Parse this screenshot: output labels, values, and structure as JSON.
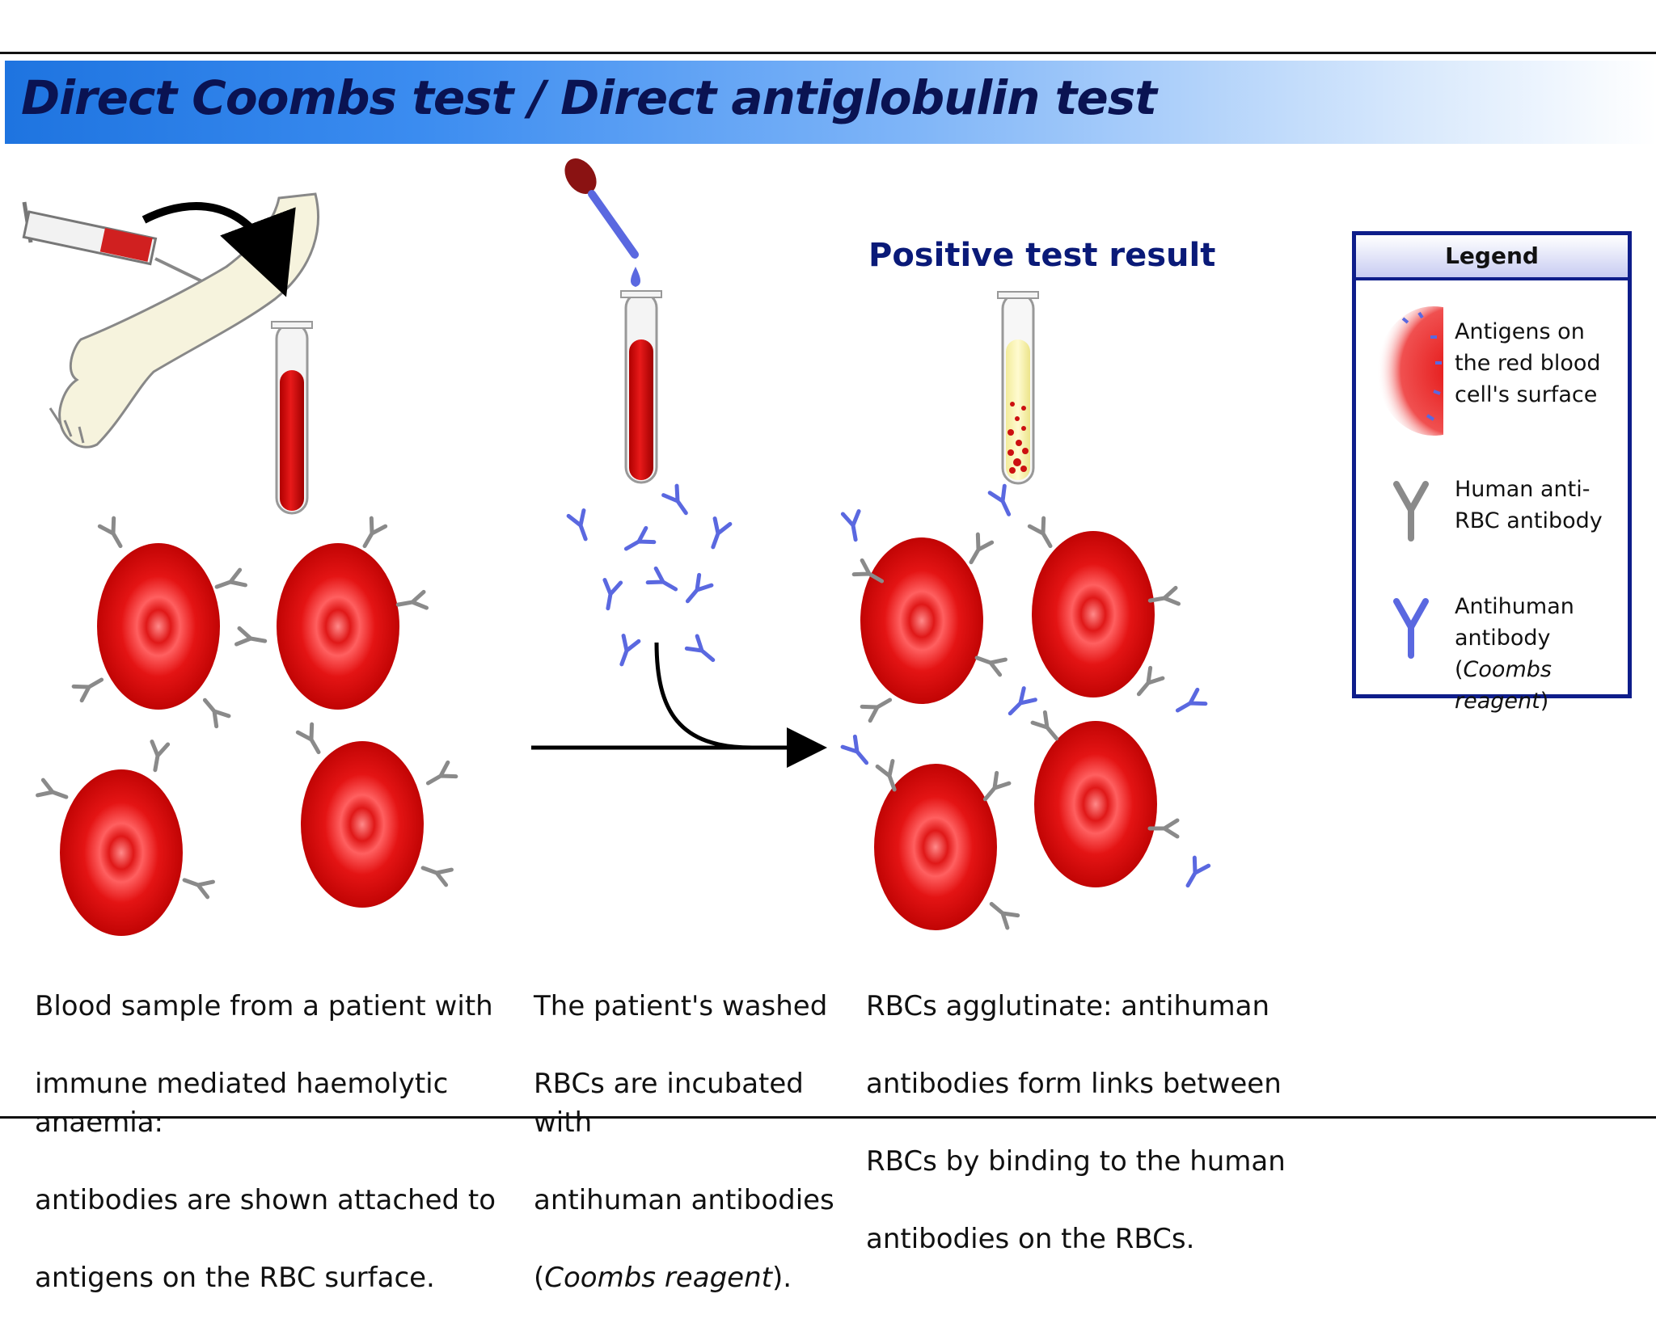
{
  "title": "Direct Coombs test / Direct antiglobulin test",
  "positive_label": "Positive test result",
  "captions": {
    "step1": {
      "lines": [
        "Blood sample from a patient with",
        "immune mediated haemolytic anaemia:",
        "antibodies are shown attached to",
        "antigens on the RBC surface."
      ]
    },
    "step2": {
      "line1": "The patient's washed",
      "line2": "RBCs are incubated with",
      "line3": "antihuman antibodies",
      "line4_open": "(",
      "line4_em": "Coombs reagent",
      "line4_close": ")."
    },
    "step3": {
      "lines": [
        "RBCs agglutinate: antihuman",
        "antibodies form links between",
        "RBCs by binding to the human",
        "antibodies on the RBCs."
      ]
    }
  },
  "legend": {
    "title": "Legend",
    "items": [
      {
        "icon": "red-blood-cell-icon",
        "label": "Antigens on the red blood cell's surface"
      },
      {
        "icon": "grey-antibody-icon",
        "label": "Human anti-RBC antibody"
      },
      {
        "icon": "blue-antibody-icon",
        "label_main": "Antihuman antibody",
        "label_em": "Coombs reagent"
      }
    ]
  },
  "colors": {
    "rbc": "#d81010",
    "human_antibody": "#8a8a8a",
    "antihuman_antibody": "#5a68e0",
    "title_text": "#0a1352",
    "legend_border": "#0e1d8a"
  }
}
